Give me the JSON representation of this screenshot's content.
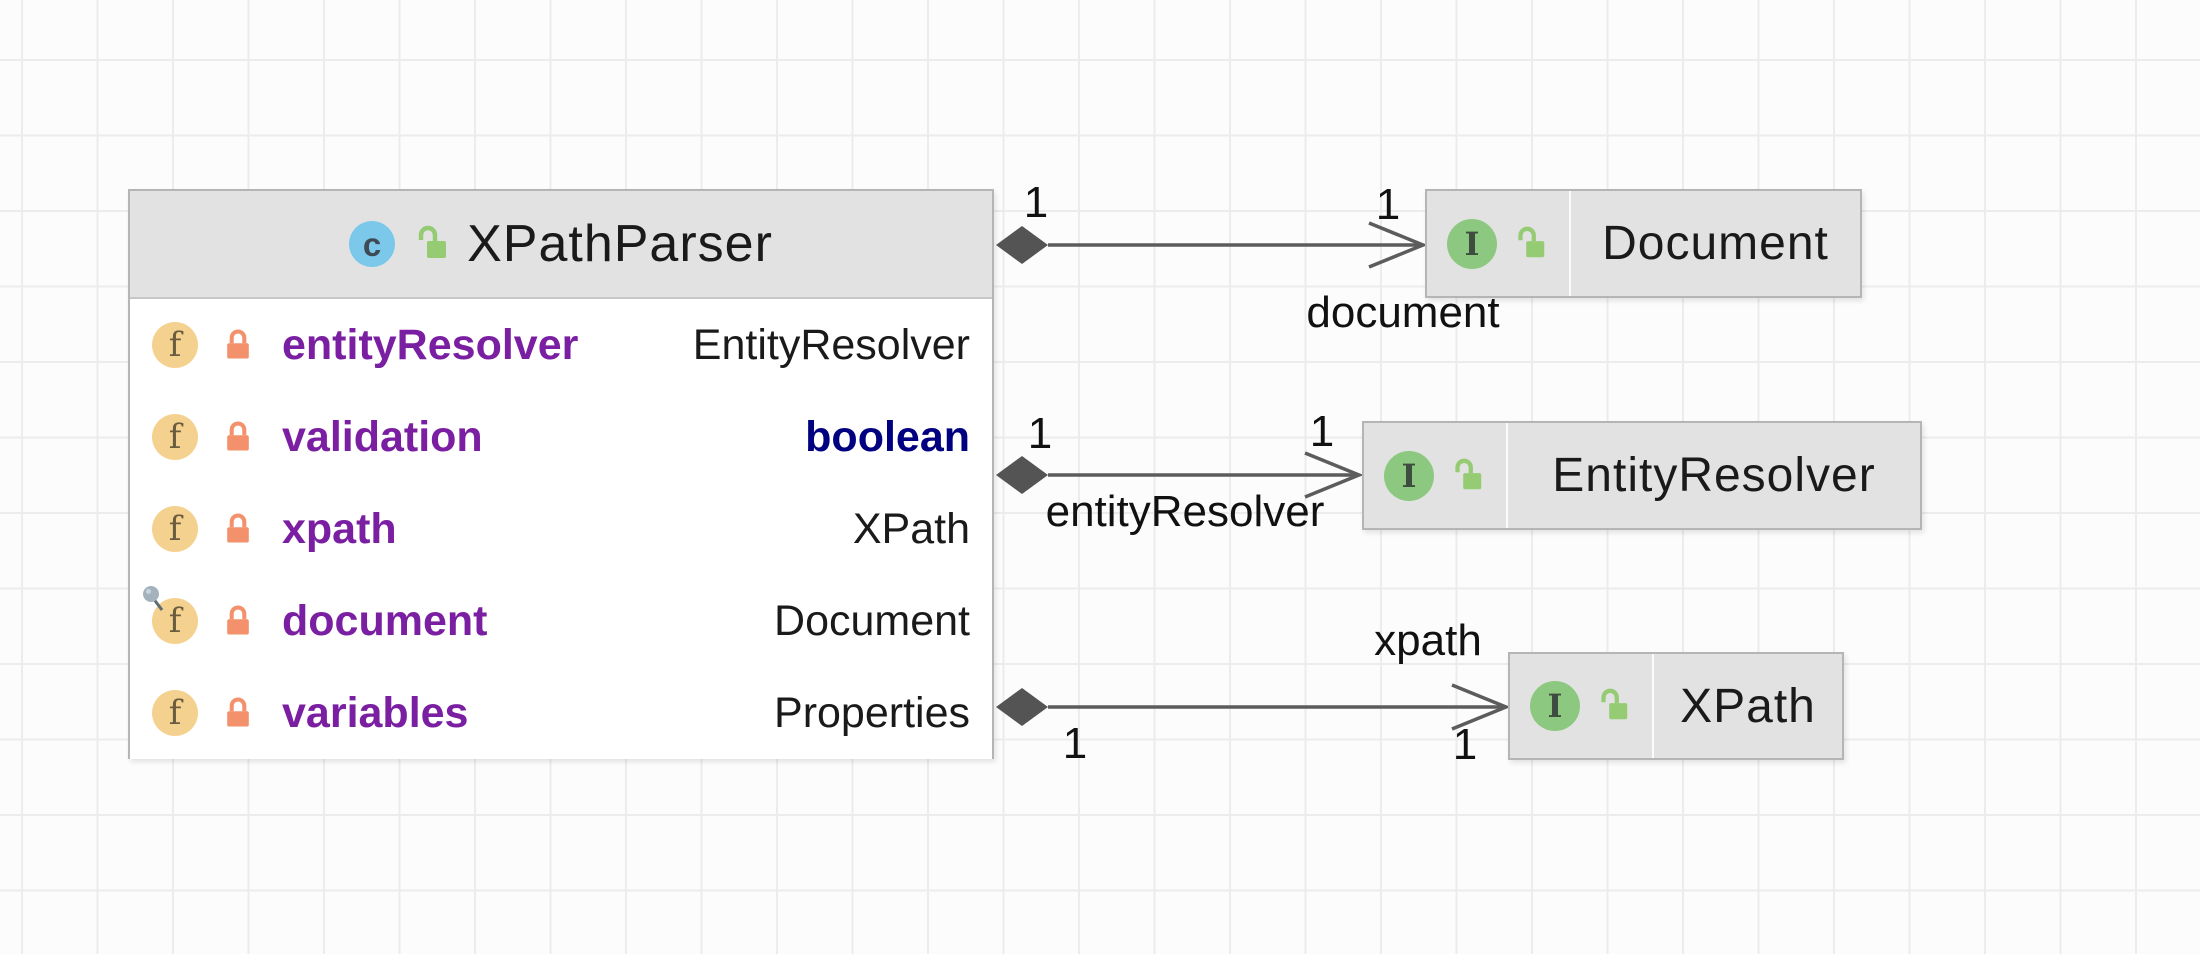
{
  "diagram": {
    "tool": "uml-class-diagram",
    "colors": {
      "class_icon_bg": "#7CC8EA",
      "field_icon_bg": "#F5D18F",
      "interface_icon_bg": "#8CC87F",
      "lock_closed": "#F2916B",
      "lock_open": "#95CB73",
      "field_name": "#7B1FA2",
      "keyword_type": "#000080",
      "edge": "#5c5c5c",
      "node_header_bg": "#e2e2e2",
      "node_body_bg": "#ffffff"
    },
    "class_node": {
      "name": "XPathParser",
      "icon": {
        "letter": "c"
      },
      "visibility_icon": "lock-open-icon",
      "fields": [
        {
          "icon_letter": "f",
          "visibility_icon": "lock-closed-icon",
          "name": "entityResolver",
          "type": "EntityResolver",
          "pinned": false
        },
        {
          "icon_letter": "f",
          "visibility_icon": "lock-closed-icon",
          "name": "validation",
          "type": "boolean",
          "pinned": false
        },
        {
          "icon_letter": "f",
          "visibility_icon": "lock-closed-icon",
          "name": "xpath",
          "type": "XPath",
          "pinned": false
        },
        {
          "icon_letter": "f",
          "visibility_icon": "lock-closed-icon",
          "name": "document",
          "type": "Document",
          "pinned": true
        },
        {
          "icon_letter": "f",
          "visibility_icon": "lock-closed-icon",
          "name": "variables",
          "type": "Properties",
          "pinned": false
        }
      ]
    },
    "interface_nodes": [
      {
        "icon_letter": "I",
        "visibility_icon": "lock-open-icon",
        "name": "Document"
      },
      {
        "icon_letter": "I",
        "visibility_icon": "lock-open-icon",
        "name": "EntityResolver"
      },
      {
        "icon_letter": "I",
        "visibility_icon": "lock-open-icon",
        "name": "XPath"
      }
    ],
    "edges": [
      {
        "type": "aggregation",
        "label": "document",
        "source_multiplicity": "1",
        "target_multiplicity": "1"
      },
      {
        "type": "aggregation",
        "label": "entityResolver",
        "source_multiplicity": "1",
        "target_multiplicity": "1"
      },
      {
        "type": "aggregation",
        "label": "xpath",
        "source_multiplicity": "1",
        "target_multiplicity": "1"
      }
    ]
  }
}
